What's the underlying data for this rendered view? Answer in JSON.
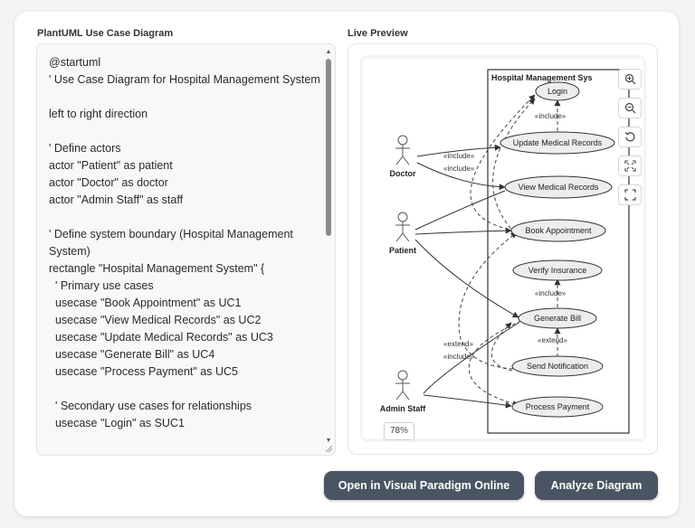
{
  "editor": {
    "title": "PlantUML Use Case Diagram",
    "code": "@startuml\n' Use Case Diagram for Hospital Management System\n\nleft to right direction\n\n' Define actors\nactor \"Patient\" as patient\nactor \"Doctor\" as doctor\nactor \"Admin Staff\" as staff\n\n' Define system boundary (Hospital Management System)\nrectangle \"Hospital Management System\" {\n  ' Primary use cases\n  usecase \"Book Appointment\" as UC1\n  usecase \"View Medical Records\" as UC2\n  usecase \"Update Medical Records\" as UC3\n  usecase \"Generate Bill\" as UC4\n  usecase \"Process Payment\" as UC5\n\n  ' Secondary use cases for relationships\n  usecase \"Login\" as SUC1"
  },
  "preview": {
    "title": "Live Preview",
    "zoom": "78%",
    "tools": [
      "zoom-in-icon",
      "zoom-out-icon",
      "reset-icon",
      "fit-icon",
      "fullscreen-icon"
    ],
    "diagram": {
      "system_label": "Hospital Management Sys",
      "actors": {
        "doctor": "Doctor",
        "patient": "Patient",
        "staff": "Admin Staff"
      },
      "usecases": {
        "login": "Login",
        "update": "Update Medical Records",
        "view": "View Medical Records",
        "book": "Book Appointment",
        "verify": "Verify Insurance",
        "bill": "Generate Bill",
        "notify": "Send Notification",
        "payment": "Process Payment"
      },
      "stereotypes": {
        "include": "«include»",
        "extend": "«extend»"
      }
    }
  },
  "actions": {
    "open_vp": "Open in Visual Paradigm Online",
    "analyze": "Analyze Diagram"
  },
  "colors": {
    "button": "#4a5563",
    "usecase_fill": "#ededed",
    "background": "#f3f4f6"
  }
}
